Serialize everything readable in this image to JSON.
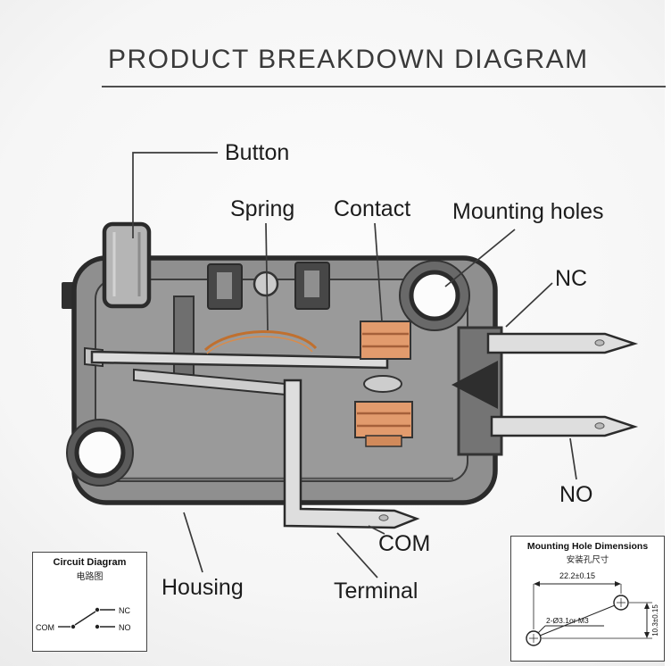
{
  "title": "PRODUCT BREAKDOWN DIAGRAM",
  "part_labels": {
    "button": "Button",
    "spring": "Spring",
    "contact": "Contact",
    "mounting_holes": "Mounting holes",
    "nc": "NC",
    "no": "NO",
    "com": "COM",
    "housing": "Housing",
    "terminal": "Terminal"
  },
  "circuit_inset": {
    "title": "Circuit Diagram",
    "subtitle": "电路图",
    "labels": {
      "com": "COM",
      "nc": "NC",
      "no": "NO"
    }
  },
  "dimension_inset": {
    "title": "Mounting Hole Dimensions",
    "subtitle": "安装孔尺寸",
    "horizontal_dim": "22.2±0.15",
    "hole_spec": "2-Ø3.1or M3",
    "vertical_dim": "10.3±0.15"
  },
  "colors": {
    "contact_orange": "#e29b6d",
    "spring_orange": "#c0702f",
    "body_dark": "#2b2b2b",
    "body_gray": "#8f8f8f",
    "terminal_metal": "#dedede"
  }
}
